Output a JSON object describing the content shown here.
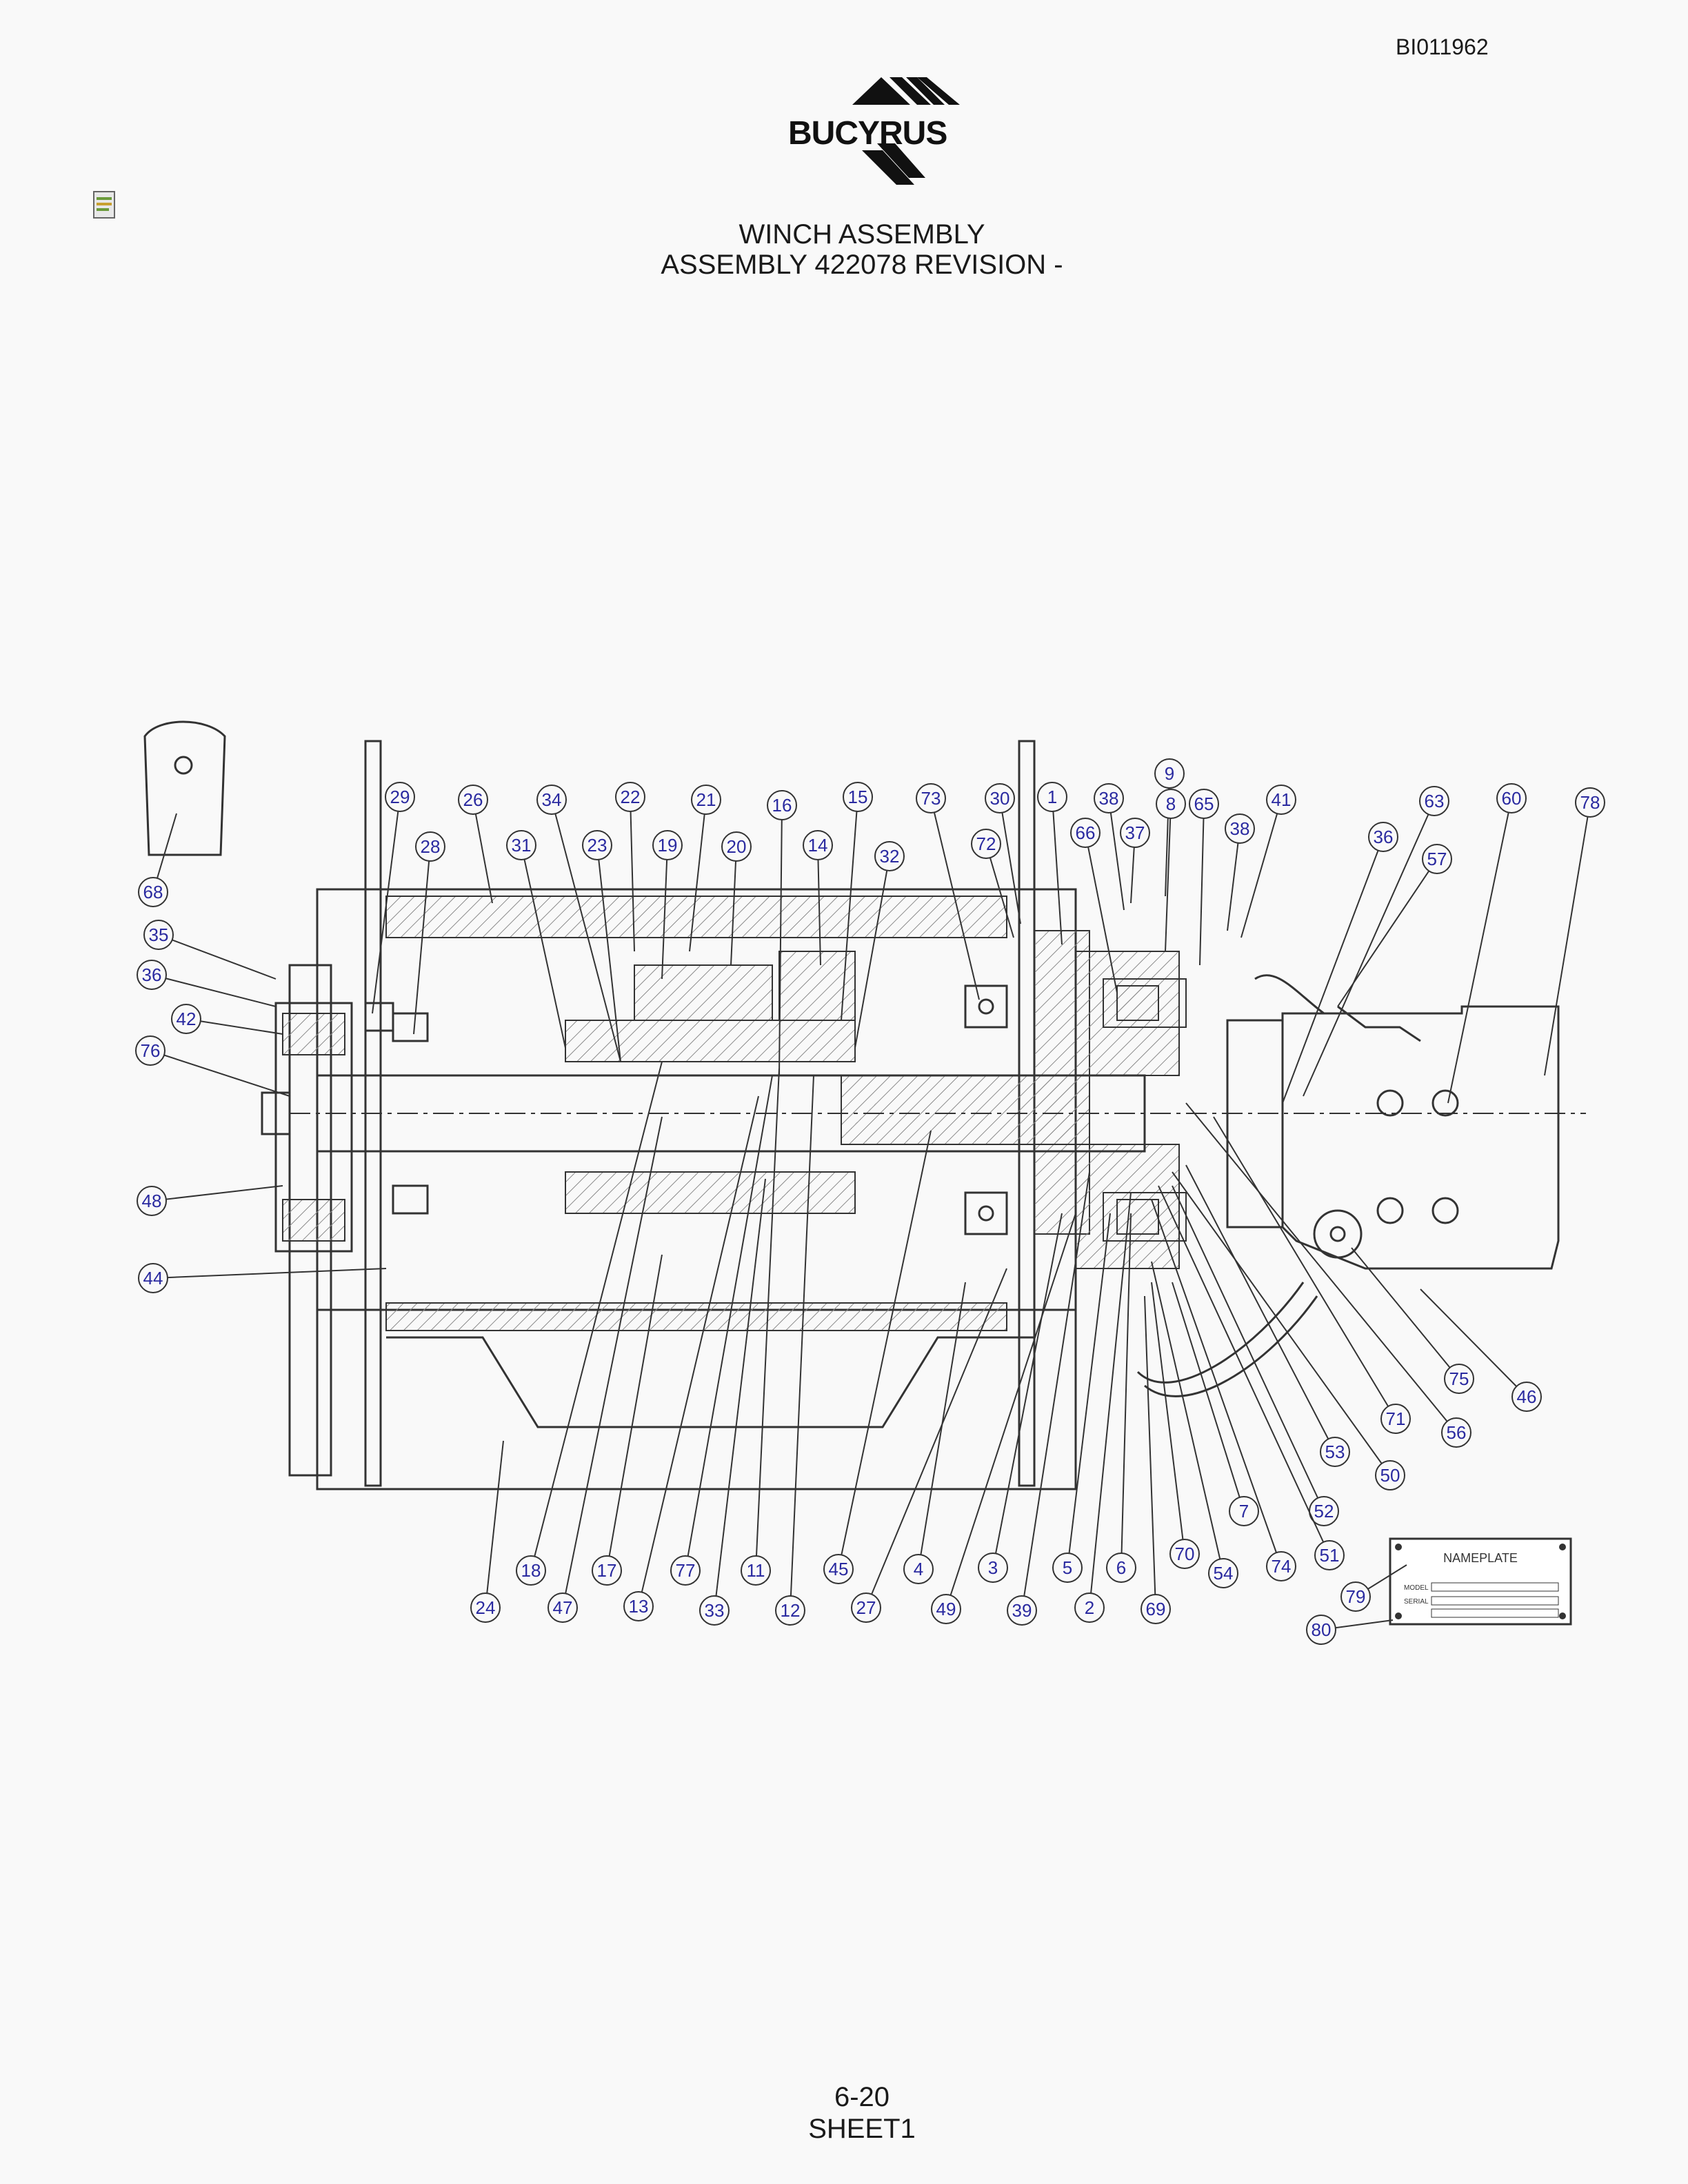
{
  "header": {
    "doc_id": "BI011962",
    "logo_text": "BUCYRUS",
    "title_line1": "WINCH ASSEMBLY",
    "title_line2": "ASSEMBLY 422078 REVISION -"
  },
  "icons": {
    "document": "document-icon",
    "logo": "bucyrus-logo-icon"
  },
  "nameplate": {
    "title": "NAMEPLATE",
    "row1": "MODEL",
    "row2": "SERIAL"
  },
  "footer": {
    "page": "6-20",
    "sheet": "SHEET1"
  },
  "colors": {
    "callout": "#2a2aa0",
    "line": "#333333",
    "hatch": "#777777"
  },
  "callouts": [
    {
      "n": "29"
    },
    {
      "n": "26"
    },
    {
      "n": "34"
    },
    {
      "n": "22"
    },
    {
      "n": "21"
    },
    {
      "n": "16"
    },
    {
      "n": "15"
    },
    {
      "n": "73"
    },
    {
      "n": "30"
    },
    {
      "n": "1"
    },
    {
      "n": "38"
    },
    {
      "n": "9"
    },
    {
      "n": "8"
    },
    {
      "n": "65"
    },
    {
      "n": "41"
    },
    {
      "n": "63"
    },
    {
      "n": "60"
    },
    {
      "n": "78"
    },
    {
      "n": "28"
    },
    {
      "n": "31"
    },
    {
      "n": "23"
    },
    {
      "n": "19"
    },
    {
      "n": "20"
    },
    {
      "n": "14"
    },
    {
      "n": "32"
    },
    {
      "n": "72"
    },
    {
      "n": "66"
    },
    {
      "n": "37"
    },
    {
      "n": "38"
    },
    {
      "n": "36"
    },
    {
      "n": "57"
    },
    {
      "n": "68"
    },
    {
      "n": "35"
    },
    {
      "n": "36"
    },
    {
      "n": "42"
    },
    {
      "n": "76"
    },
    {
      "n": "48"
    },
    {
      "n": "44"
    },
    {
      "n": "75"
    },
    {
      "n": "46"
    },
    {
      "n": "71"
    },
    {
      "n": "56"
    },
    {
      "n": "53"
    },
    {
      "n": "50"
    },
    {
      "n": "7"
    },
    {
      "n": "52"
    },
    {
      "n": "51"
    },
    {
      "n": "74"
    },
    {
      "n": "54"
    },
    {
      "n": "70"
    },
    {
      "n": "6"
    },
    {
      "n": "5"
    },
    {
      "n": "3"
    },
    {
      "n": "4"
    },
    {
      "n": "45"
    },
    {
      "n": "11"
    },
    {
      "n": "77"
    },
    {
      "n": "17"
    },
    {
      "n": "18"
    },
    {
      "n": "24"
    },
    {
      "n": "47"
    },
    {
      "n": "13"
    },
    {
      "n": "33"
    },
    {
      "n": "12"
    },
    {
      "n": "27"
    },
    {
      "n": "49"
    },
    {
      "n": "39"
    },
    {
      "n": "2"
    },
    {
      "n": "69"
    },
    {
      "n": "79"
    },
    {
      "n": "80"
    }
  ]
}
